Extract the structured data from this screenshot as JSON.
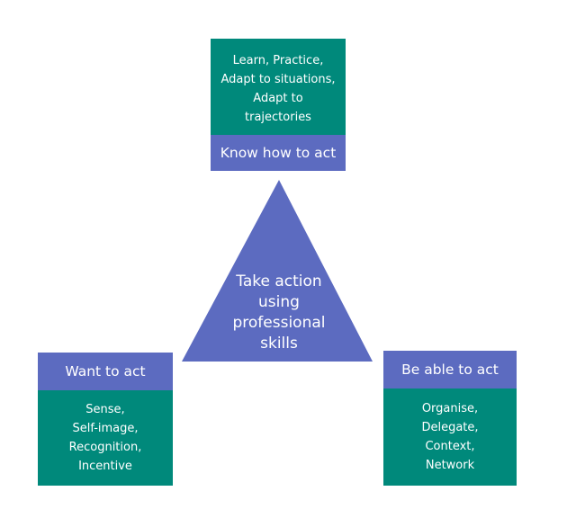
{
  "colors": {
    "teal": "#00897b",
    "purple": "#5c6bc0",
    "text": "#ffffff"
  },
  "center": {
    "lines": [
      "Take action",
      "using",
      "professional",
      "skills"
    ]
  },
  "top": {
    "title": "Know how to act",
    "details": [
      "Learn, Practice,",
      "Adapt to situations,",
      "Adapt to",
      "trajectories"
    ]
  },
  "left": {
    "title": "Want to act",
    "details": [
      "Sense,",
      "Self-image,",
      "Recognition,",
      "Incentive"
    ]
  },
  "right": {
    "title": "Be able to act",
    "details": [
      "Organise,",
      "Delegate,",
      "Context,",
      "Network"
    ]
  }
}
